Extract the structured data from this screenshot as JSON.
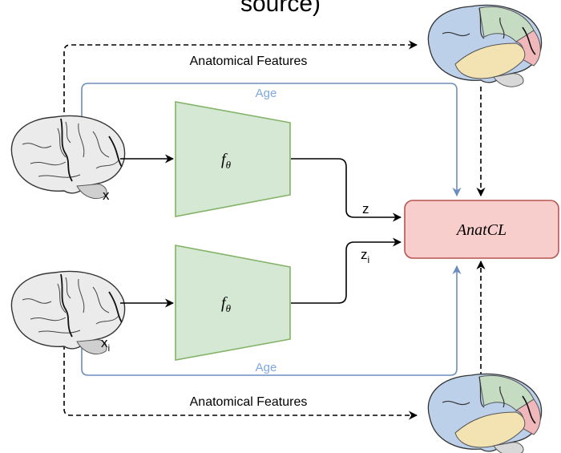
{
  "diagram": {
    "top_fragment": "source)",
    "anatomical_top": "Anatomical Features",
    "anatomical_bottom": "Anatomical Features",
    "age_top": "Age",
    "age_bottom": "Age",
    "input_x": "x",
    "input_xi_base": "x",
    "input_xi_sub": "i",
    "encoder_top_symbol": "f",
    "encoder_top_sub": "θ",
    "encoder_bottom_symbol": "f",
    "encoder_bottom_sub": "θ",
    "output_z": "z",
    "output_zi_base": "z",
    "output_zi_sub": "i",
    "loss_label": "AnatCL"
  },
  "colors": {
    "encoder_fill": "#d5e8d4",
    "encoder_stroke": "#82b366",
    "loss_fill": "#f8cecc",
    "loss_stroke": "#b85450",
    "age_line": "#6c8ebf",
    "age_text": "#7ea6e0",
    "arrow": "#000000"
  }
}
